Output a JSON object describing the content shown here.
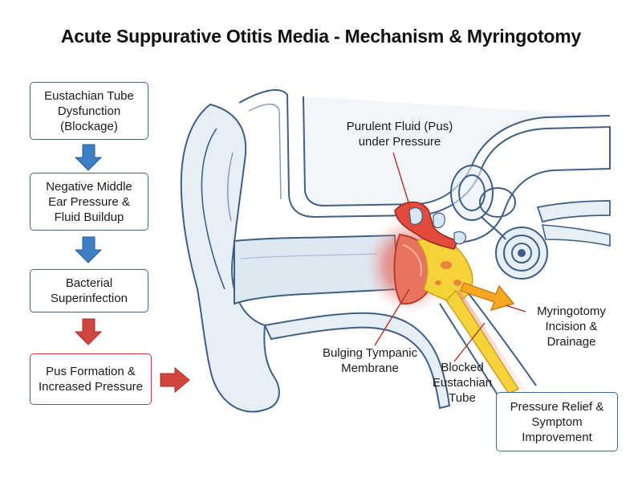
{
  "title": "Acute Suppurative Otitis Media - Mechanism & Myringotomy",
  "flow": {
    "step1": "Eustachian Tube\nDysfunction\n(Blockage)",
    "step2": "Negative Middle\nEar Pressure &\nFluid Buildup",
    "step3": "Bacterial\nSuperinfection",
    "step4": "Pus Formation &\nIncreased Pressure"
  },
  "labels": {
    "pus": "Purulent Fluid (Pus)\nunder Pressure",
    "tympanic": "Bulging Tympanic\nMembrane",
    "eustachian": "Blocked\nEustachian\nTube",
    "myringotomy": "Myringotomy\nIncision &\nDrainage",
    "relief": "Pressure Relief &\nSymptom\nImprovement"
  },
  "colors": {
    "blue_arrow": "#3d7fc4",
    "red_arrow": "#d2453c",
    "box_border": "#3b6a96",
    "red_border": "#c23a3a",
    "ear_outline": "#3f5f85",
    "ear_fill": "#e6eef6",
    "pus": "#f5d23a",
    "inflamed": "#e24a3c"
  }
}
